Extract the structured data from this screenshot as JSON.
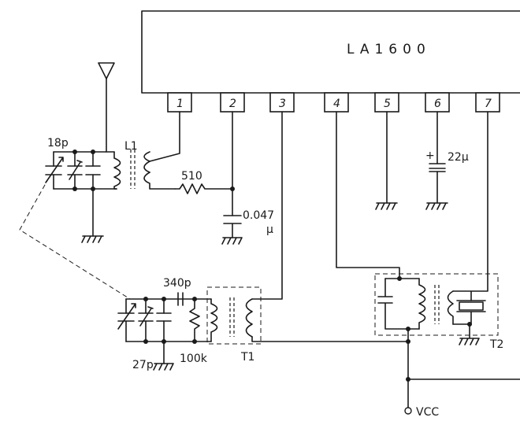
{
  "ic": {
    "name": "LA1600",
    "pins": [
      "1",
      "2",
      "3",
      "4",
      "5",
      "6",
      "7"
    ]
  },
  "labels": {
    "c_var_top": "18p",
    "coil_l1": "L1",
    "resistor_510": "510",
    "cap_0047_value": "0.047",
    "cap_0047_unit": "µ",
    "cap_22": "22µ",
    "cap_340": "340p",
    "cap_27": "27p",
    "resistor_100k": "100k",
    "transformer_t1": "T1",
    "transformer_t2": "T2",
    "supply": "VCC",
    "plus": "+"
  }
}
